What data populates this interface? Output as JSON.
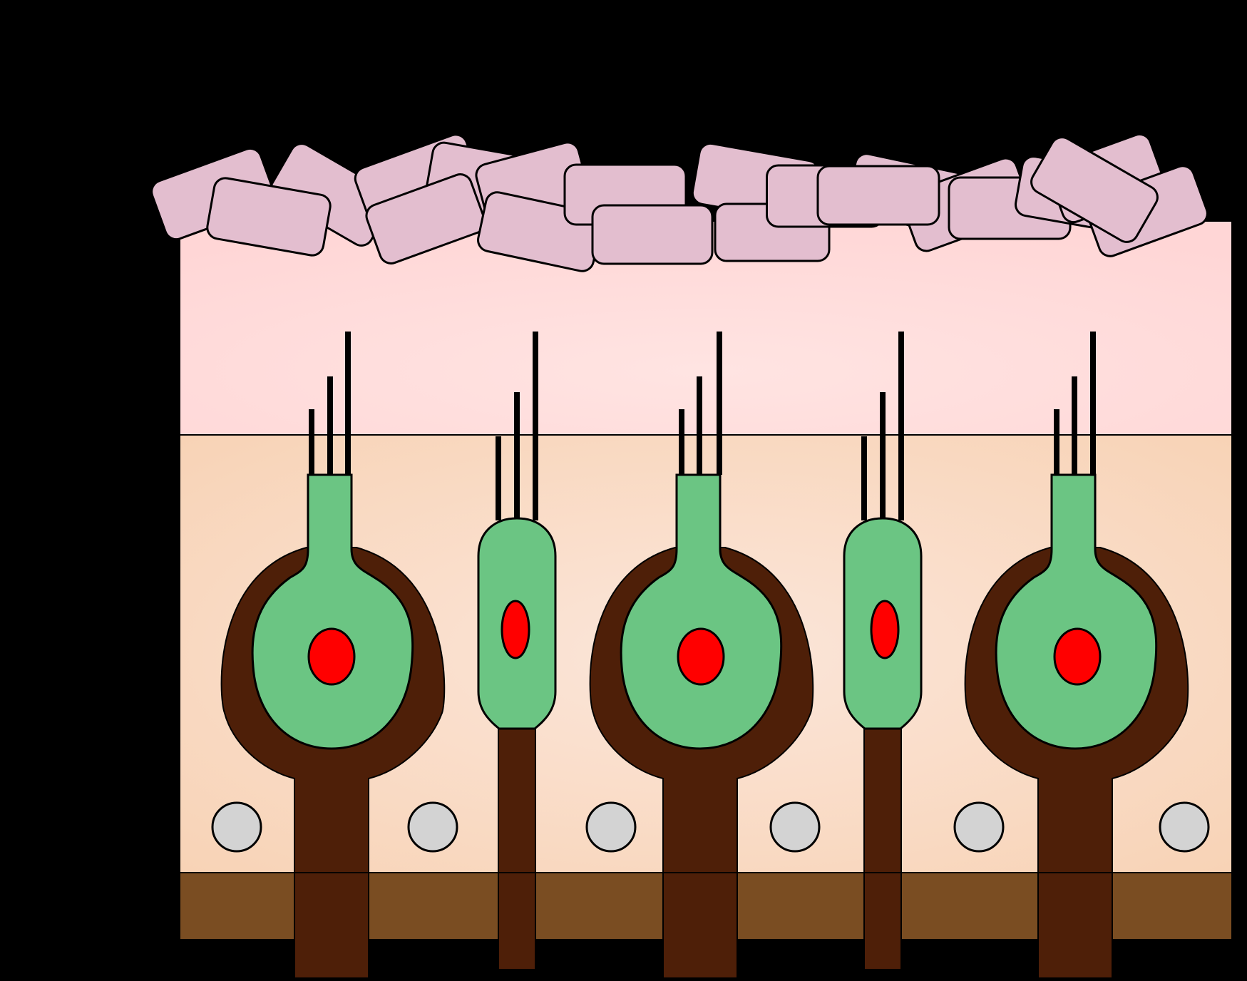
{
  "colors": {
    "background": "#000000",
    "gel_layer": "#FFD6D6",
    "gel_layer_center": "#FFE4E2",
    "epithelium": "#F8D3B6",
    "epithelium_center": "#FBE6DA",
    "basement_membrane": "#7A4D22",
    "otoconia": "#E3BECF",
    "type_i_hair_cell": "#6BC583",
    "type_ii_hair_cell": "#6BC583",
    "nerve_calyx": "#4E1F08",
    "nucleus": "#FF0000",
    "supporting_cell_nucleus": "#D3D3D3",
    "stereocilia": "#000000",
    "outline": "#000000"
  },
  "diagram": {
    "otoconia_count": 21,
    "type_i_hair_cell_count": 3,
    "type_ii_hair_cell_count": 2,
    "supporting_cell_nucleus_count": 6
  }
}
